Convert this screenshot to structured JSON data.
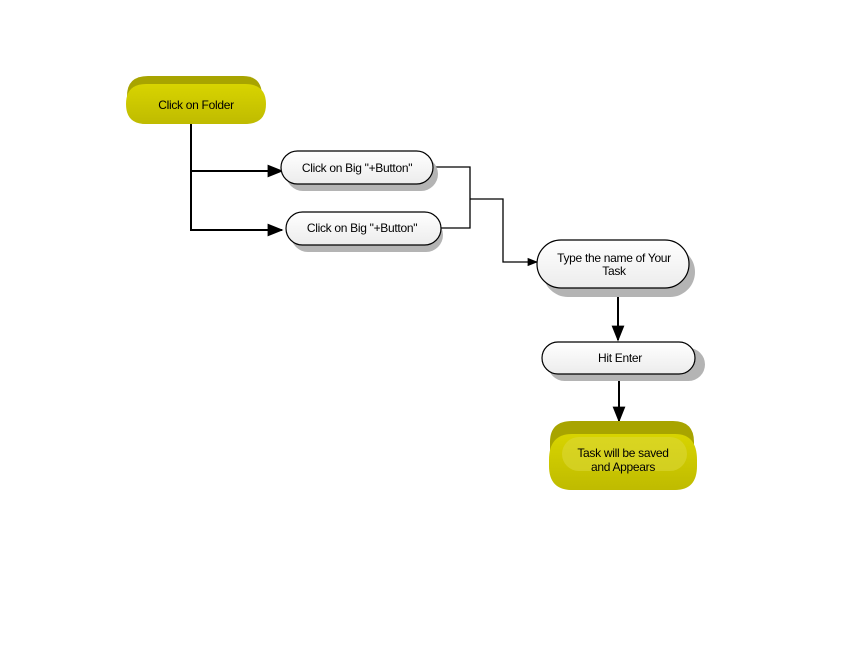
{
  "diagram": {
    "type": "flowchart",
    "colors": {
      "terminal_fill": "#c8c400",
      "terminal_top": "#a8a400",
      "process_fill": "#f4f4f4",
      "process_stroke": "#000000",
      "shadow": "#b4b4b4",
      "connector": "#000000"
    },
    "nodes": [
      {
        "id": "start",
        "kind": "terminal",
        "label": "Click on Folder"
      },
      {
        "id": "step1a",
        "kind": "process",
        "label": "Click on Big \"+Button\""
      },
      {
        "id": "step1b",
        "kind": "process",
        "label": "Click on Big \"+Button\""
      },
      {
        "id": "step2",
        "kind": "process",
        "label_line1": "Type the name of Your",
        "label_line2": "Task"
      },
      {
        "id": "step3",
        "kind": "process",
        "label": "Hit Enter"
      },
      {
        "id": "end",
        "kind": "terminal",
        "label_line1": "Task will be saved",
        "label_line2": "and Appears"
      }
    ],
    "edges": [
      {
        "from": "start",
        "to": "step1a",
        "arrow": true
      },
      {
        "from": "start",
        "to": "step1b",
        "arrow": true
      },
      {
        "from": "step1a",
        "to": "step2",
        "arrow": true,
        "merge": true
      },
      {
        "from": "step1b",
        "to": "step2",
        "arrow": true,
        "merge": true
      },
      {
        "from": "step2",
        "to": "step3",
        "arrow": true
      },
      {
        "from": "step3",
        "to": "end",
        "arrow": true
      }
    ]
  }
}
